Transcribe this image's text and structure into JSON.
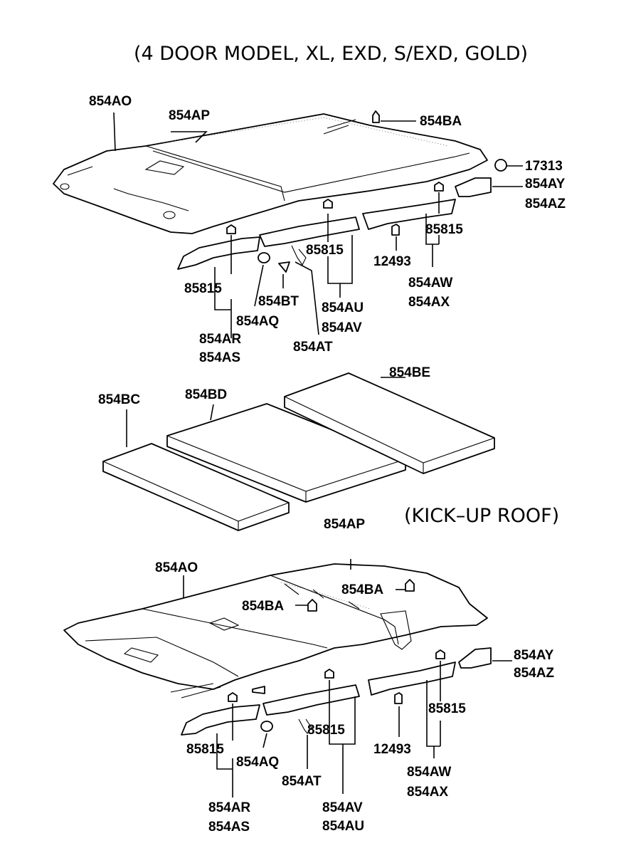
{
  "header": {
    "model_note": "(4 DOOR MODEL, XL, EXD, S/EXD, GOLD)",
    "kick_up_note": "(KICK–UP ROOF)"
  },
  "upper": {
    "headlining": "854AO",
    "roof_panel": "854AP",
    "clip_top": "854BA",
    "clip_right": "17313",
    "bracket_r1": "854AY",
    "bracket_r2": "854AZ",
    "clip_85815_c": "85815",
    "clip_85815_r": "85815",
    "clip_85815_l": "85815",
    "screw": "12493",
    "trim_r1": "854AW",
    "trim_r2": "854AX",
    "screw_bt": "854BT",
    "trim_c1": "854AU",
    "trim_c2": "854AV",
    "cap": "854AQ",
    "trim_l1": "854AR",
    "trim_l2": "854AS",
    "hook": "854AT"
  },
  "pads": {
    "pad_left": "854BC",
    "pad_mid": "854BD",
    "pad_right": "854BE"
  },
  "lower": {
    "roof_panel": "854AP",
    "headlining": "854AO",
    "clip_right": "854BA",
    "clip_center": "854BA",
    "bracket_r1": "854AY",
    "bracket_r2": "854AZ",
    "clip_85815_r": "85815",
    "clip_85815_c": "85815",
    "clip_85815_l": "85815",
    "screw": "12493",
    "cap": "854AQ",
    "trim_r1": "854AW",
    "trim_r2": "854AX",
    "hook": "854AT",
    "trim_l1": "854AR",
    "trim_l2": "854AS",
    "trim_c1": "854AV",
    "trim_c2": "854AU"
  }
}
